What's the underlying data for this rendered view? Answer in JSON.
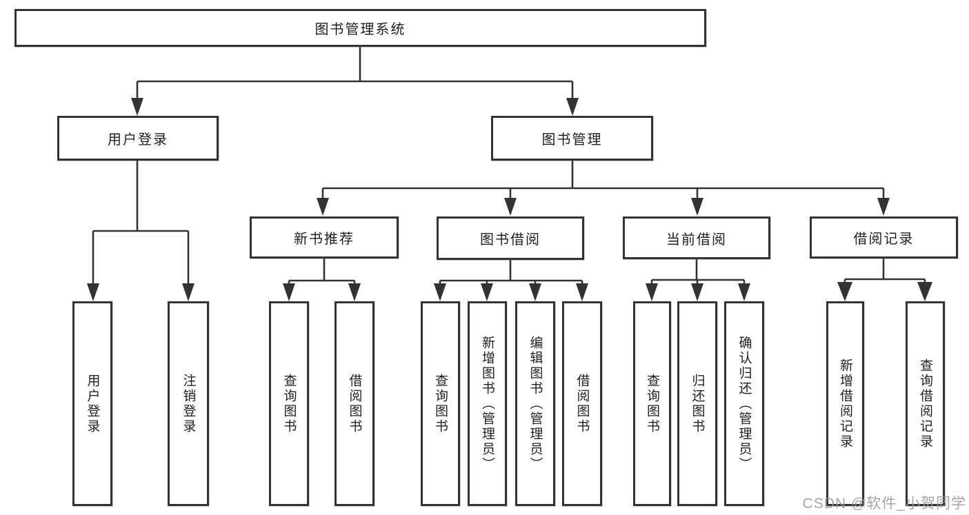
{
  "diagram": {
    "title": "图书管理系统",
    "root": {
      "label": "图书管理系统"
    },
    "branches": [
      {
        "label": "用户登录",
        "children": [
          {
            "label": "用户登录"
          },
          {
            "label": "注销登录"
          }
        ]
      },
      {
        "label": "图书管理",
        "children": [
          {
            "label": "新书推荐",
            "children": [
              {
                "label": "查询图书"
              },
              {
                "label": "借阅图书"
              }
            ]
          },
          {
            "label": "图书借阅",
            "children": [
              {
                "label": "查询图书"
              },
              {
                "label": "新增图书（管理员）"
              },
              {
                "label": "编辑图书（管理员）"
              },
              {
                "label": "借阅图书"
              }
            ]
          },
          {
            "label": "当前借阅",
            "children": [
              {
                "label": "查询图书"
              },
              {
                "label": "归还图书"
              },
              {
                "label": "确认归还（管理员）"
              }
            ]
          },
          {
            "label": "借阅记录",
            "children": [
              {
                "label": "新增借阅记录"
              },
              {
                "label": "查询借阅记录"
              }
            ]
          }
        ]
      }
    ]
  },
  "watermark": {
    "text": "CSDN @软件_小贺同学"
  },
  "colors": {
    "line": "#333333",
    "box_border": "#333333",
    "text": "#1f1f1f",
    "background": "#ffffff",
    "watermark": "#9b9b9b"
  }
}
